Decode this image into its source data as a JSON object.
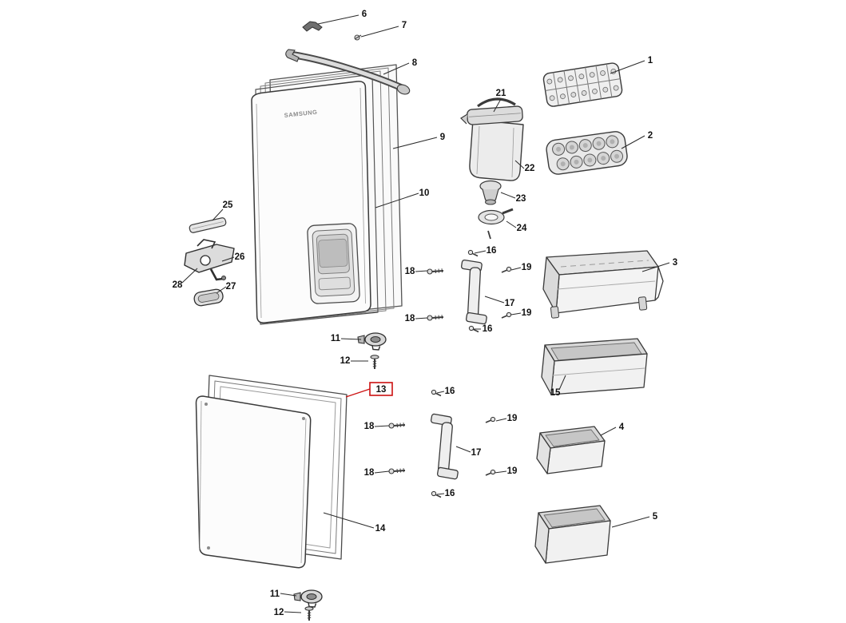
{
  "diagram": {
    "background_color": "#ffffff",
    "line_color": "#2b2b2b",
    "highlight_color": "#cc1111",
    "highlighted_part": "13",
    "brand_label": "SAMSUNG",
    "callouts": [
      {
        "label": "6"
      },
      {
        "label": "7"
      },
      {
        "label": "8"
      },
      {
        "label": "1"
      },
      {
        "label": "9"
      },
      {
        "label": "21"
      },
      {
        "label": "2"
      },
      {
        "label": "22"
      },
      {
        "label": "23"
      },
      {
        "label": "24"
      },
      {
        "label": "25"
      },
      {
        "label": "10"
      },
      {
        "label": "26"
      },
      {
        "label": "28"
      },
      {
        "label": "27"
      },
      {
        "label": "16"
      },
      {
        "label": "18"
      },
      {
        "label": "19"
      },
      {
        "label": "3"
      },
      {
        "label": "17"
      },
      {
        "label": "18"
      },
      {
        "label": "19"
      },
      {
        "label": "16"
      },
      {
        "label": "11"
      },
      {
        "label": "12"
      },
      {
        "label": "15"
      },
      {
        "label": "13"
      },
      {
        "label": "16"
      },
      {
        "label": "18"
      },
      {
        "label": "19"
      },
      {
        "label": "4"
      },
      {
        "label": "17"
      },
      {
        "label": "18"
      },
      {
        "label": "19"
      },
      {
        "label": "16"
      },
      {
        "label": "14"
      },
      {
        "label": "5"
      },
      {
        "label": "11"
      },
      {
        "label": "12"
      }
    ]
  }
}
